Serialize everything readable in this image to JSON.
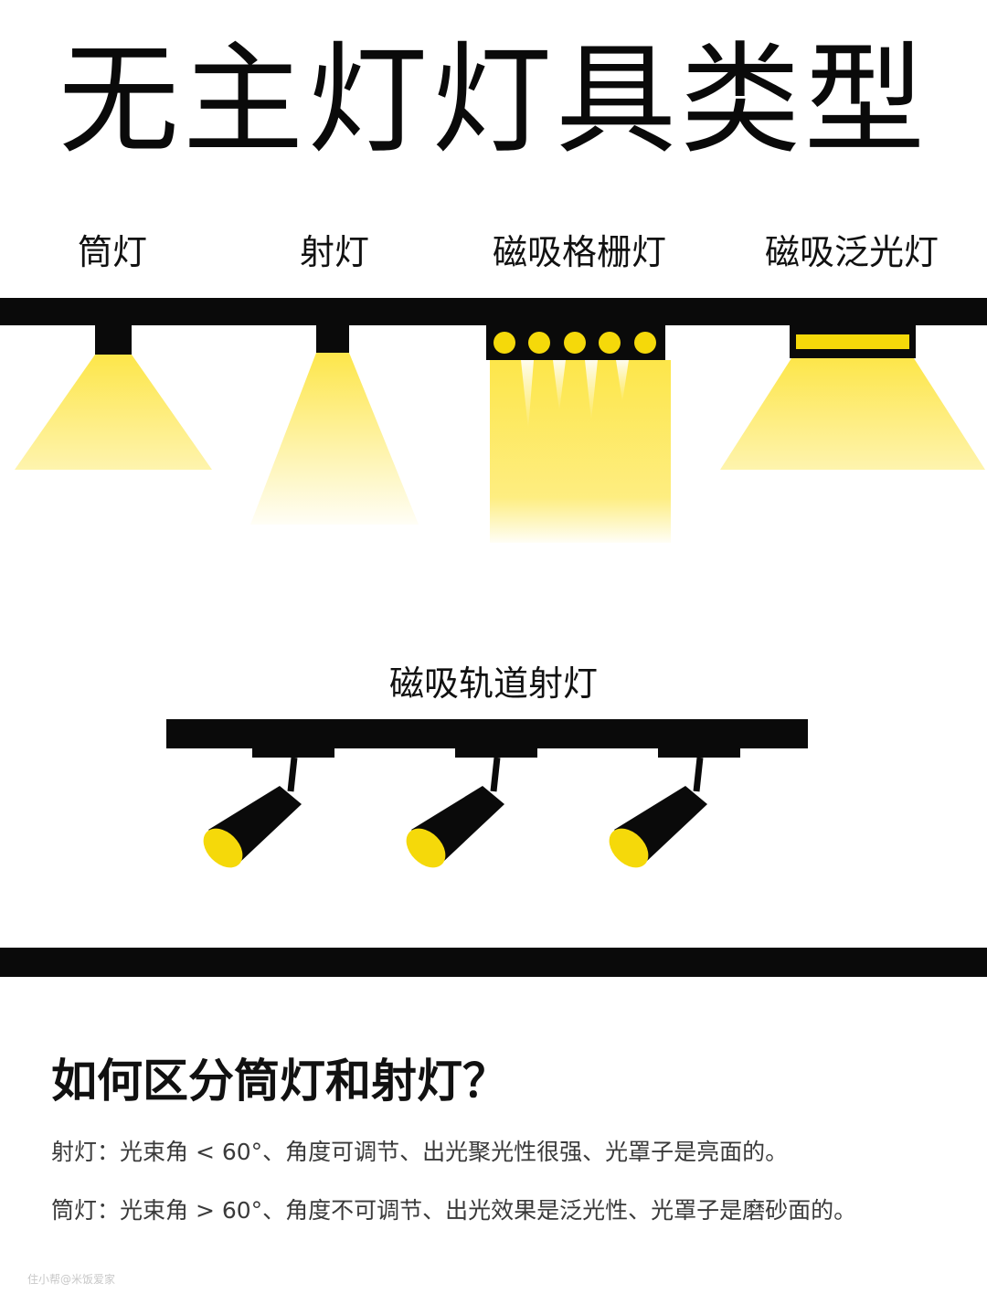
{
  "title": "无主灯灯具类型",
  "fixtures": {
    "downlight": "筒灯",
    "spotlight": "射灯",
    "grille": "磁吸格栅灯",
    "floodlight": "磁吸泛光灯",
    "track_spotlight": "磁吸轨道射灯"
  },
  "question": "如何区分筒灯和射灯？",
  "notes": [
    "射灯：光束角 < 60°、角度可调节、出光聚光性很强、光罩子是亮面的。",
    "筒灯：光束角 > 60°、角度不可调节、出光效果是泛光性、光罩子是磨砂面的。"
  ],
  "watermark": "住小帮@米饭爱家",
  "colors": {
    "fixture_black": "#0a0a0a",
    "light_yellow": "#fde64a",
    "lens_yellow": "#f5d90a"
  }
}
